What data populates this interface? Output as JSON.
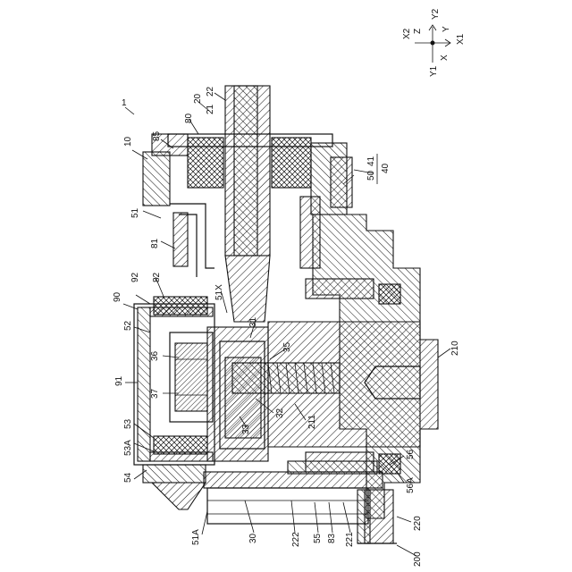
{
  "figure_ref": "1",
  "axes_legend": {
    "x": "X",
    "x1": "X1",
    "x2": "X2",
    "y": "Y",
    "y1": "Y1",
    "y2": "Y2",
    "z": "Z"
  },
  "labels": {
    "l10": "10",
    "l20": "20",
    "l21": "21",
    "l22": "22",
    "l30": "30",
    "l31": "31",
    "l32": "32",
    "l33": "33",
    "l35": "35",
    "l36": "36",
    "l37": "37",
    "l40": "40",
    "l41": "41",
    "l50": "50",
    "l51": "51",
    "l51a": "51A",
    "l51x": "51X",
    "l52": "52",
    "l53": "53",
    "l53a": "53A",
    "l54": "54",
    "l55": "55",
    "l56": "56",
    "l56a": "56A",
    "l80": "80",
    "l81": "81",
    "l82": "82",
    "l83": "83",
    "l85": "85",
    "l90": "90",
    "l91": "91",
    "l92": "92",
    "l200": "200",
    "l210": "210",
    "l211": "211",
    "l220": "220",
    "l221": "221",
    "l222": "222"
  }
}
